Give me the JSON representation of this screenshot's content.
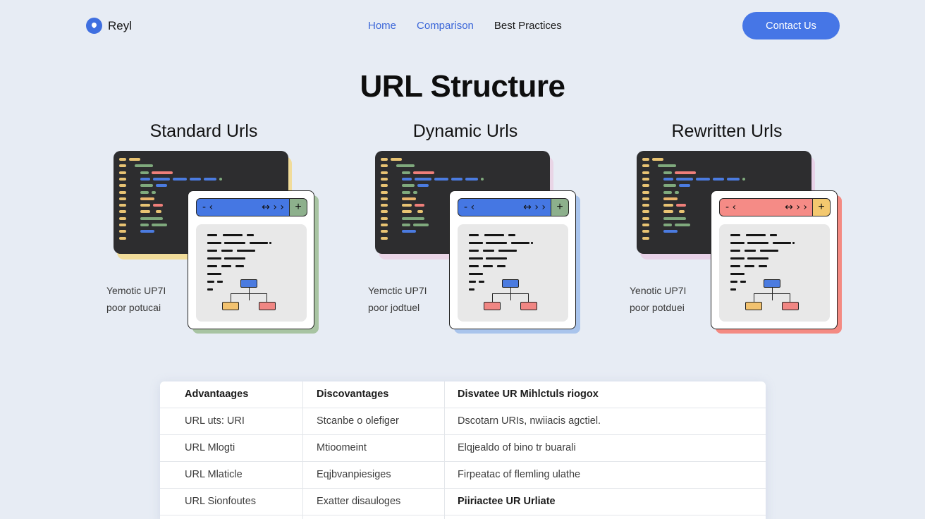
{
  "nav": {
    "logo_text": "Reyl",
    "links": [
      {
        "label": "Home",
        "active": true
      },
      {
        "label": "Comparison",
        "active": true
      },
      {
        "label": "Best Practices",
        "active": false
      }
    ],
    "cta_label": "Contact Us"
  },
  "page": {
    "title": "URL Structure"
  },
  "columns": [
    {
      "title": "Standard Urls",
      "desc_line1": "Yemotic UP7I",
      "desc_line2": "poor potucai",
      "accent_shadow_code": "#f1dc9a",
      "accent_shadow_window": "#a8c4a2",
      "bar_color": "#4577e3",
      "plus_color": "#8db08c",
      "bar_left": "- ‹",
      "bar_right": "↔ › ›",
      "plus_label": "+",
      "tree_left_color": "#f2c26f",
      "tree_right_color": "#f08683"
    },
    {
      "title": "Dynamic Urls",
      "desc_line1": "Yemctic UP7I",
      "desc_line2": "poor jodtuel",
      "accent_shadow_code": "#e9d5e6",
      "accent_shadow_window": "#a9c4ec",
      "bar_color": "#4577e3",
      "plus_color": "#8db08c",
      "bar_left": "- ‹",
      "bar_right": "↔ › ›",
      "plus_label": "+",
      "tree_left_color": "#f08683",
      "tree_right_color": "#f08683"
    },
    {
      "title": "Rewritten Urls",
      "desc_line1": "Yenotic UP7I",
      "desc_line2": "poor potduei",
      "accent_shadow_code": "#e8d2e8",
      "accent_shadow_window": "#f48a82",
      "bar_color": "#f58b86",
      "plus_color": "#f3c86f",
      "bar_left": "- ‹",
      "bar_right": "↔ › ›",
      "plus_label": "+",
      "tree_left_color": "#f2c26f",
      "tree_right_color": "#f08683"
    }
  ],
  "table": {
    "headers": [
      "Advantaages",
      "Discovantages",
      "Disvatee UR Mihlctuls riogox"
    ],
    "rows": [
      [
        "URL uts: URI",
        "Stcanbe o olefiger",
        "Dscotarn URIs, nwiiacis agctiel."
      ],
      [
        "URL Mlogti",
        "Mtioomeint",
        "Elqjealdo of bino tr buarali"
      ],
      [
        "URL Mlaticle",
        "Eqjbvanpiesiges",
        "Firpeatac of flemling ulathe"
      ],
      [
        "URL Sionfoutes",
        "Exatter disauloges",
        "Piiriactee UR Urliate"
      ]
    ]
  }
}
